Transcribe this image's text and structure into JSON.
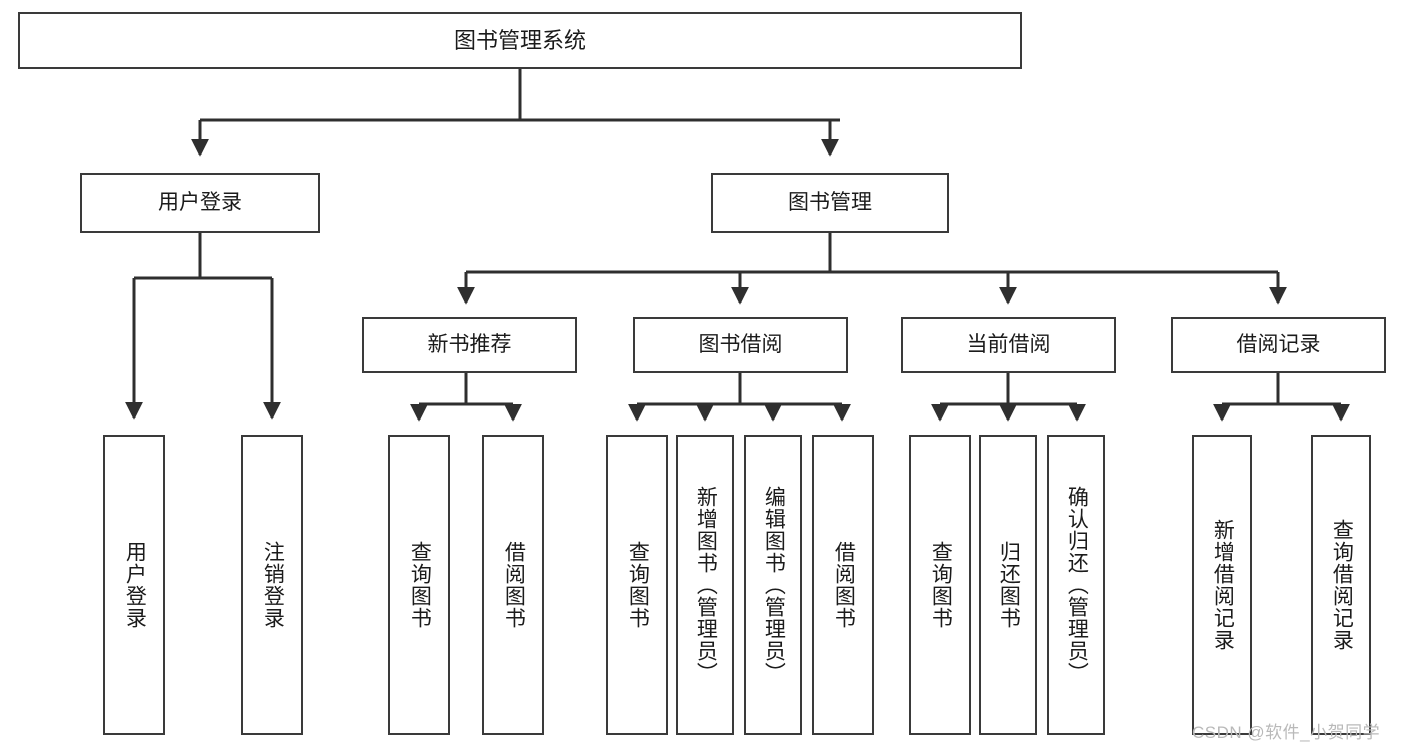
{
  "diagram": {
    "title": "图书管理系统",
    "type": "hierarchy-tree",
    "watermark": "CSDN @软件_小贺同学",
    "colors": {
      "box_border": "#3a3a3a",
      "box_fill": "#ffffff",
      "connector": "#2f2f2f",
      "text": "#1b1b1b",
      "watermark": "#b9b9b9"
    },
    "nodes": {
      "root": {
        "label": "图书管理系统"
      },
      "level2": [
        {
          "label": "用户登录"
        },
        {
          "label": "图书管理"
        }
      ],
      "level3": [
        {
          "label": "新书推荐"
        },
        {
          "label": "图书借阅"
        },
        {
          "label": "当前借阅"
        },
        {
          "label": "借阅记录"
        }
      ],
      "leaves": {
        "user_login": [
          {
            "label": "用户登录"
          },
          {
            "label": "注销登录"
          }
        ],
        "new_book_recommend": [
          {
            "label": "查询图书"
          },
          {
            "label": "借阅图书"
          }
        ],
        "book_borrow": [
          {
            "label": "查询图书"
          },
          {
            "label": "新增图书（管理员）"
          },
          {
            "label": "编辑图书（管理员）"
          },
          {
            "label": "借阅图书"
          }
        ],
        "current_borrow": [
          {
            "label": "查询图书"
          },
          {
            "label": "归还图书"
          },
          {
            "label": "确认归还（管理员）"
          }
        ],
        "borrow_record": [
          {
            "label": "新增借阅记录"
          },
          {
            "label": "查询借阅记录"
          }
        ]
      }
    }
  }
}
